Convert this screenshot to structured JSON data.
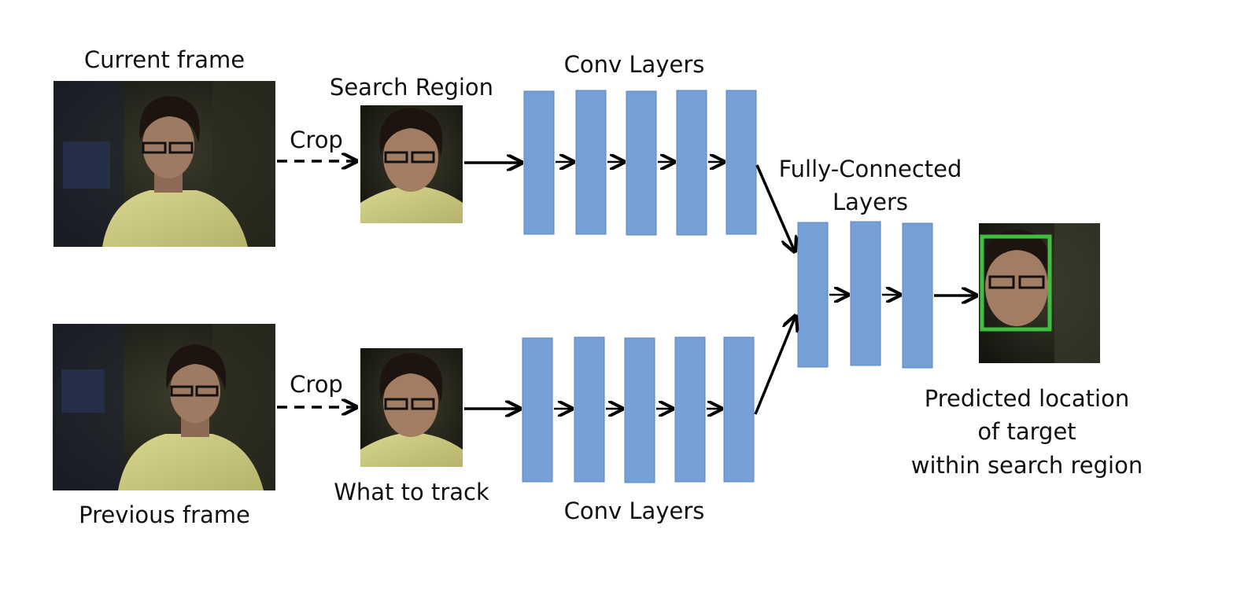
{
  "labels": {
    "current_frame": "Current frame",
    "previous_frame": "Previous frame",
    "search_region": "Search Region",
    "what_to_track": "What to track",
    "crop_top": "Crop",
    "crop_bottom": "Crop",
    "conv_top": "Conv Layers",
    "conv_bottom": "Conv Layers",
    "fc_line1": "Fully-Connected",
    "fc_line2": "Layers",
    "pred_line1": "Predicted location",
    "pred_line2": "of target",
    "pred_line3": "within search region"
  },
  "colors": {
    "layer_fill": "#75a0d7",
    "layer_stroke": "#5b86bf",
    "box_green": "#3fbf3f",
    "arrow": "#000000"
  }
}
